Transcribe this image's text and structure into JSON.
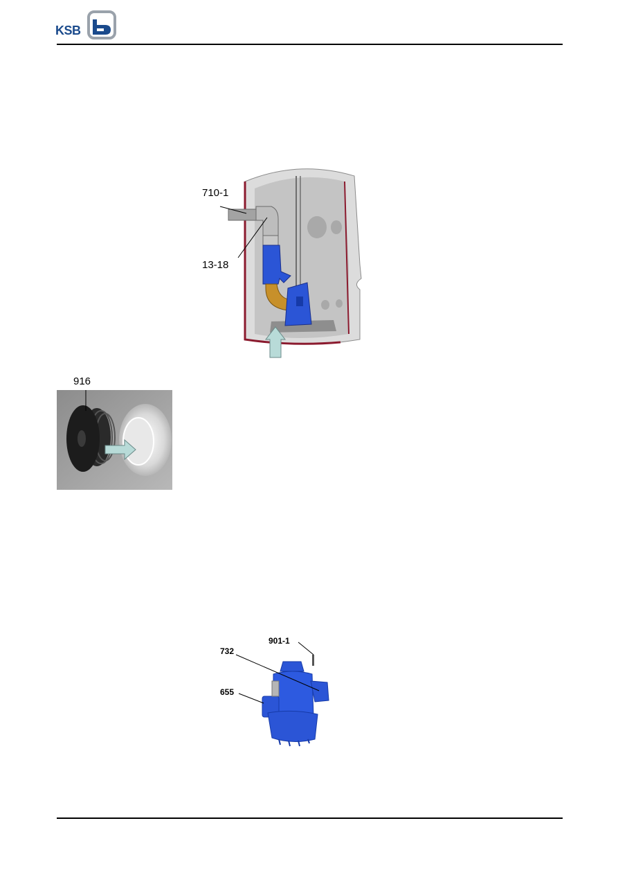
{
  "header": {
    "logo_text": "KSB",
    "brand_color": "#1a4a8c"
  },
  "figure_tank": {
    "callouts": [
      "710-1",
      "13-18"
    ],
    "pump_color": "#2b55d6",
    "tank_edge_color": "#8b1a2e",
    "arrow_color": "#b8dbd8"
  },
  "figure_plug": {
    "callout": "916"
  },
  "figure_pump": {
    "callouts": [
      "901-1",
      "732",
      "655"
    ]
  }
}
